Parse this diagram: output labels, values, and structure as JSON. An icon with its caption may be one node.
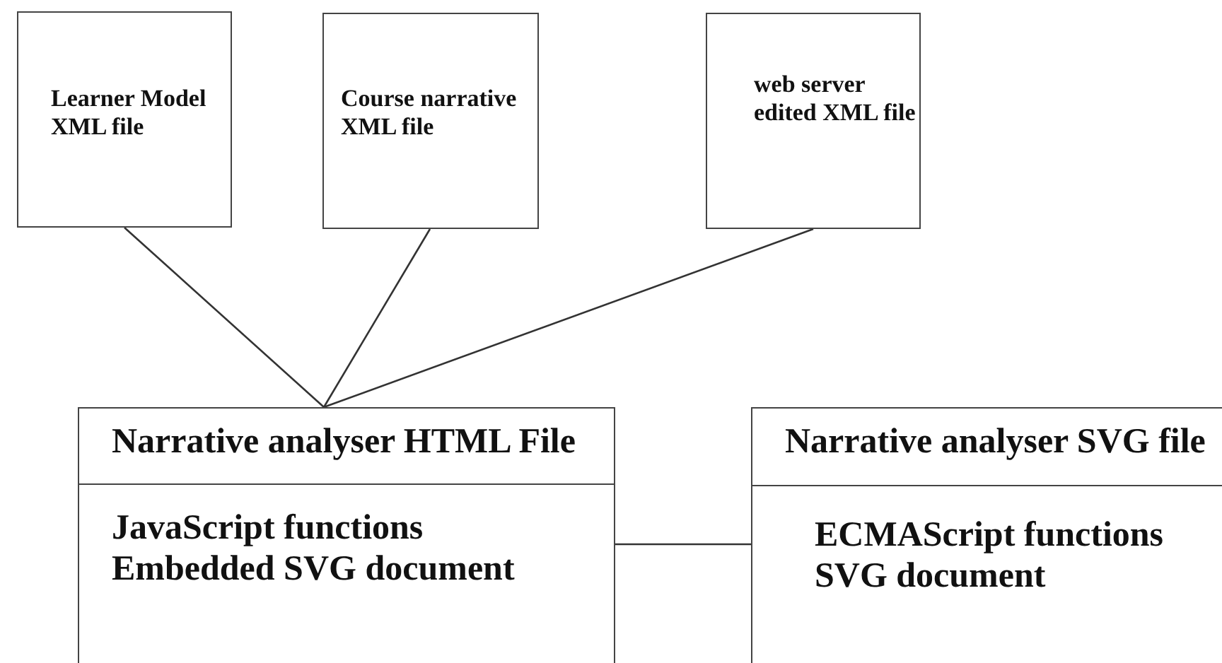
{
  "diagram": {
    "nodes": [
      {
        "text": [
          "Learner Model XML file"
        ]
      },
      {
        "text": [
          "Course narrative XML file"
        ]
      },
      {
        "text": [
          "web server edited XML file"
        ]
      },
      {
        "text": [
          "Narrative analyser HTML File",
          "JavaScript functions",
          "Embedded SVG document"
        ]
      },
      {
        "text": [
          "Narrative analyser SVG file",
          "ECMAScript functions",
          "SVG document"
        ]
      }
    ],
    "edges": [
      {
        "from": 0,
        "to": 3,
        "arrow": "none"
      },
      {
        "from": 1,
        "to": 3,
        "arrow": "none"
      },
      {
        "from": 2,
        "to": 3,
        "arrow": "none"
      },
      {
        "from": 3,
        "to": 4,
        "arrow": "none"
      }
    ]
  }
}
